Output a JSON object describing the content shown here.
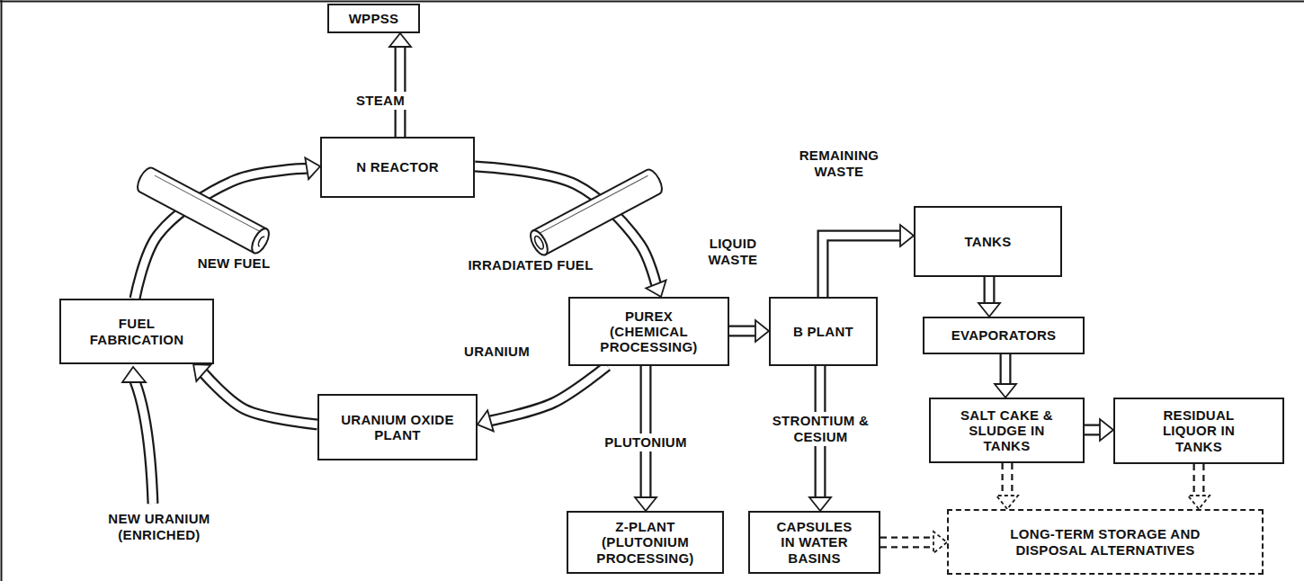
{
  "diagram": {
    "nodes": [
      {
        "text": [
          "WPPSS"
        ]
      },
      {
        "text": [
          "N REACTOR"
        ]
      },
      {
        "text": [
          "TANKS"
        ]
      },
      {
        "text": [
          "FUEL FABRICATION"
        ]
      },
      {
        "text": [
          "PUREX (CHEMICAL PROCESSING)"
        ]
      },
      {
        "text": [
          "B PLANT"
        ]
      },
      {
        "text": [
          "EVAPORATORS"
        ]
      },
      {
        "text": [
          "URANIUM OXIDE PLANT"
        ]
      },
      {
        "text": [
          "SALT CAKE & SLUDGE IN TANKS"
        ]
      },
      {
        "text": [
          "RESIDUAL LIQUOR IN TANKS"
        ]
      },
      {
        "text": [
          "Z-PLANT (PLUTONIUM PROCESSING)"
        ]
      },
      {
        "text": [
          "CAPSULES IN WATER BASINS"
        ]
      },
      {
        "text": [
          "LONG-TERM STORAGE AND DISPOSAL ALTERNATIVES"
        ]
      }
    ],
    "edges": [
      {
        "from": 1,
        "to": 0,
        "arrow": "to",
        "label": "STEAM"
      },
      {
        "from": 3,
        "to": 1,
        "arrow": "to",
        "label": "NEW FUEL"
      },
      {
        "from": 1,
        "to": 4,
        "arrow": "to",
        "label": "IRRADIATED FUEL"
      },
      {
        "from": 4,
        "to": 5,
        "arrow": "to",
        "label": "LIQUID WASTE"
      },
      {
        "from": 5,
        "to": 2,
        "arrow": "to",
        "label": "REMAINING WASTE"
      },
      {
        "from": 2,
        "to": 6,
        "arrow": "to"
      },
      {
        "from": 6,
        "to": 8,
        "arrow": "to"
      },
      {
        "from": 8,
        "to": 9,
        "arrow": "to"
      },
      {
        "from": 8,
        "to": 12,
        "arrow": "to"
      },
      {
        "from": 9,
        "to": 12,
        "arrow": "to"
      },
      {
        "from": 4,
        "to": 7,
        "arrow": "to",
        "label": "URANIUM"
      },
      {
        "from": 7,
        "to": 3,
        "arrow": "to"
      },
      {
        "from": 4,
        "to": 10,
        "arrow": "to",
        "label": "PLUTONIUM"
      },
      {
        "from": 5,
        "to": 11,
        "arrow": "to",
        "label": "STRONTIUM & CESIUM"
      },
      {
        "from": 11,
        "to": 12,
        "arrow": "to"
      }
    ],
    "labels": [
      "NEW URANIUM (ENRICHED)"
    ]
  }
}
